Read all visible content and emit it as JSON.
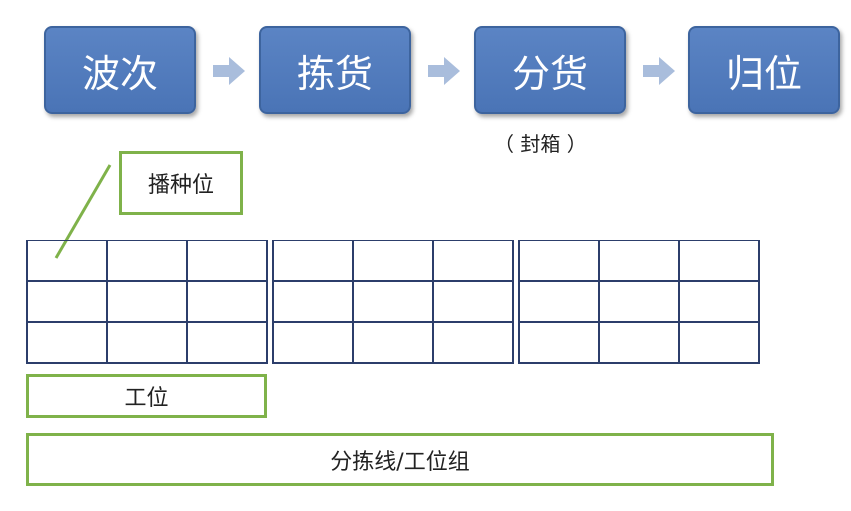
{
  "flow": {
    "steps": [
      "波次",
      "拣货",
      "分货",
      "归位"
    ],
    "sub_note": "（ 封箱 ）"
  },
  "labels": {
    "slot": "播种位",
    "station": "工位",
    "line": "分拣线/工位组"
  },
  "colors": {
    "step_fill": "#4f78ba",
    "arrow": "#a9bddc",
    "green": "#7fb24a",
    "grid_line": "#2c3e6b"
  }
}
